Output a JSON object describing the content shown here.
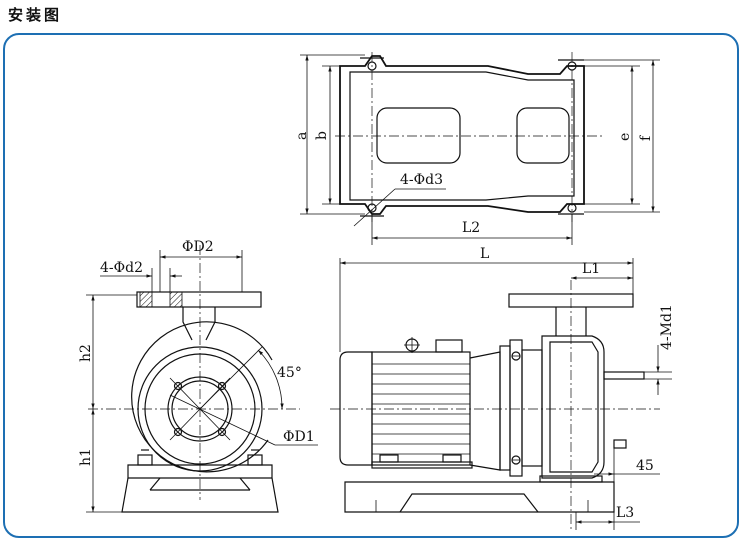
{
  "title": "安装图",
  "labels": {
    "a": "a",
    "b": "b",
    "e": "e",
    "f": "f",
    "d3": "4-Φd3",
    "L2": "L2",
    "L": "L",
    "L1": "L1",
    "Md1": "4-Md1",
    "D2": "ΦD2",
    "d2": "4-Φd2",
    "h2": "h2",
    "h1": "h1",
    "deg45": "45°",
    "D1": "ΦD1",
    "dim45": "45",
    "L3": "L3"
  }
}
